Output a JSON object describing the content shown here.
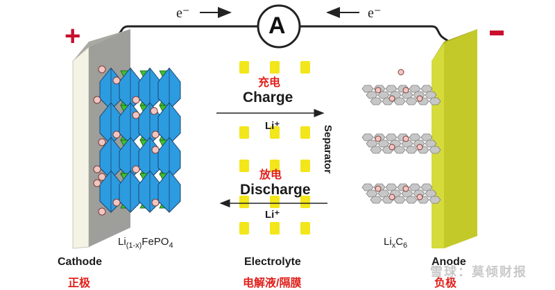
{
  "diagram": {
    "electron_left": "e⁻",
    "electron_right": "e⁻",
    "ammeter_label": "A",
    "plus_sign": "+",
    "minus_sign": "−",
    "charge_cn": "充电",
    "charge_en": "Charge",
    "charge_ion": "Li⁺",
    "discharge_cn": "放电",
    "discharge_en": "Discharge",
    "discharge_ion": "Li⁺",
    "separator_label": "Separator",
    "cathode_material": {
      "base": "Li",
      "sub": "(1-x)",
      "rest": "FePO",
      "sub2": "4"
    },
    "anode_material": {
      "base": "Li",
      "sub": "x",
      "rest": "C",
      "sub2": "6"
    },
    "cathode_label": "Cathode",
    "cathode_cn": "正极",
    "electrolyte_label": "Electrolyte",
    "electrolyte_cn": "电解液/隔膜",
    "anode_label": "Anode",
    "anode_cn": "负极",
    "watermark": "雪球：莫倾财报"
  },
  "colors": {
    "plus": "#c8102e",
    "minus": "#c8102e",
    "red_text": "#e0201b",
    "yellow_square": "#f3e61a",
    "anode_plate": "#c9d02a",
    "cathode_plate": "#f2f2e4",
    "crystal_blue": "#2d9be0",
    "crystal_green": "#3fbf2f"
  },
  "icons": [
    "ammeter-icon",
    "arrow-right-icon",
    "arrow-left-icon",
    "electron-arrow-icon"
  ]
}
